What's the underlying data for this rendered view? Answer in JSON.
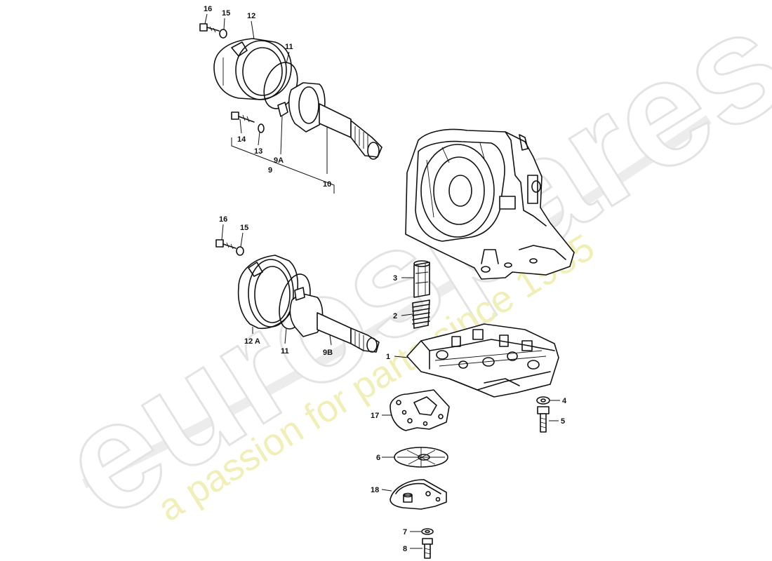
{
  "watermark": {
    "logo_text": "eurospares",
    "tagline": "a passion for parts since 1985"
  },
  "callouts": {
    "c16a": "16",
    "c15a": "15",
    "c12": "12",
    "c11a": "11",
    "c14": "14",
    "c13": "13",
    "c9a": "9A",
    "c9": "9",
    "c10": "10",
    "c16b": "16",
    "c15b": "15",
    "c12a": "12 A",
    "c11b": "11",
    "c9b": "9B",
    "c3": "3",
    "c2": "2",
    "c1": "1",
    "c4": "4",
    "c5": "5",
    "c17": "17",
    "c6": "6",
    "c18": "18",
    "c7": "7",
    "c8": "8"
  }
}
